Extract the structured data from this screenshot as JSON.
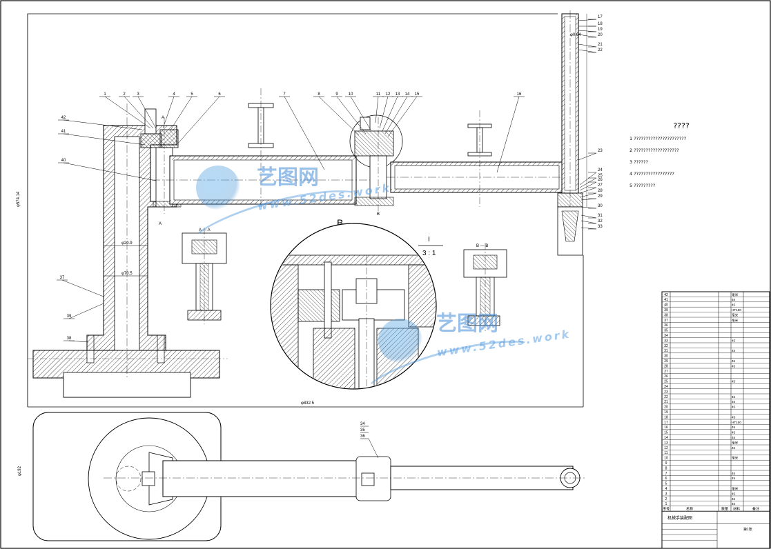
{
  "notes": {
    "title": "????",
    "lines": [
      "1 ??????????????????????",
      "2 ???????????????????",
      "3 ??????",
      "4 ?????????????????",
      "5 ?????????"
    ]
  },
  "views": {
    "section_b_label": "B",
    "scale_top": "I",
    "scale_bottom": "3 : 1",
    "aa_label": "A — A",
    "bb_label": "B — B",
    "mark_a": "A",
    "mark_b": "B"
  },
  "dimensions": {
    "d1": "φ20.9",
    "d2": "φ70.5",
    "height": "φ574.14",
    "width": "φ832.5",
    "plan": "φ192",
    "top": "φ0.64"
  },
  "part_callouts": [
    "1",
    "2",
    "3",
    "4",
    "5",
    "6",
    "7",
    "8",
    "9",
    "10",
    "11",
    "12",
    "13",
    "14",
    "15",
    "16",
    "17",
    "18",
    "19",
    "20",
    "21",
    "22",
    "23",
    "24",
    "25",
    "26",
    "27",
    "28",
    "29",
    "30",
    "31",
    "32",
    "33",
    "34",
    "35",
    "36",
    "37",
    "38",
    "39",
    "40",
    "41",
    "42"
  ],
  "plan_callouts": [
    "34",
    "35",
    "36"
  ],
  "watermark": {
    "cn": "艺图网",
    "url": "www.52des.work"
  },
  "title_block": {
    "rows": [
      {
        "no": "42",
        "mat": "毫米"
      },
      {
        "no": "41",
        "mat": "45"
      },
      {
        "no": "40",
        "mat": "45"
      },
      {
        "no": "39",
        "mat": "HT150"
      },
      {
        "no": "38",
        "mat": "毫米"
      },
      {
        "no": "37",
        "mat": "毫米"
      },
      {
        "no": "36",
        "mat": ""
      },
      {
        "no": "35",
        "mat": ""
      },
      {
        "no": "34",
        "mat": ""
      },
      {
        "no": "33",
        "mat": "45"
      },
      {
        "no": "32",
        "mat": ""
      },
      {
        "no": "31",
        "mat": "45"
      },
      {
        "no": "30",
        "mat": ""
      },
      {
        "no": "29",
        "mat": "45"
      },
      {
        "no": "28",
        "mat": "45"
      },
      {
        "no": "27",
        "mat": ""
      },
      {
        "no": "26",
        "mat": ""
      },
      {
        "no": "25",
        "mat": "45"
      },
      {
        "no": "24",
        "mat": ""
      },
      {
        "no": "23",
        "mat": ""
      },
      {
        "no": "22",
        "mat": "45"
      },
      {
        "no": "21",
        "mat": "45"
      },
      {
        "no": "20",
        "mat": "45"
      },
      {
        "no": "19",
        "mat": ""
      },
      {
        "no": "18",
        "mat": "45"
      },
      {
        "no": "17",
        "mat": "HT150"
      },
      {
        "no": "16",
        "mat": "45"
      },
      {
        "no": "15",
        "mat": "45"
      },
      {
        "no": "14",
        "mat": "45"
      },
      {
        "no": "13",
        "mat": "毫米"
      },
      {
        "no": "12",
        "mat": "45"
      },
      {
        "no": "11",
        "mat": ""
      },
      {
        "no": "10",
        "mat": "毫米"
      },
      {
        "no": "9",
        "mat": ""
      },
      {
        "no": "8",
        "mat": ""
      },
      {
        "no": "7",
        "mat": "45"
      },
      {
        "no": "6",
        "mat": "45"
      },
      {
        "no": "5",
        "mat": ""
      },
      {
        "no": "4",
        "mat": "毫米"
      },
      {
        "no": "3",
        "mat": "45"
      },
      {
        "no": "2",
        "mat": "45"
      },
      {
        "no": "1",
        "mat": "45"
      }
    ],
    "header_row": [
      "序号",
      "名称",
      "数量",
      "材料",
      "备注"
    ],
    "drawing_title": "机械手装配图",
    "sheet_info": "第1张"
  }
}
